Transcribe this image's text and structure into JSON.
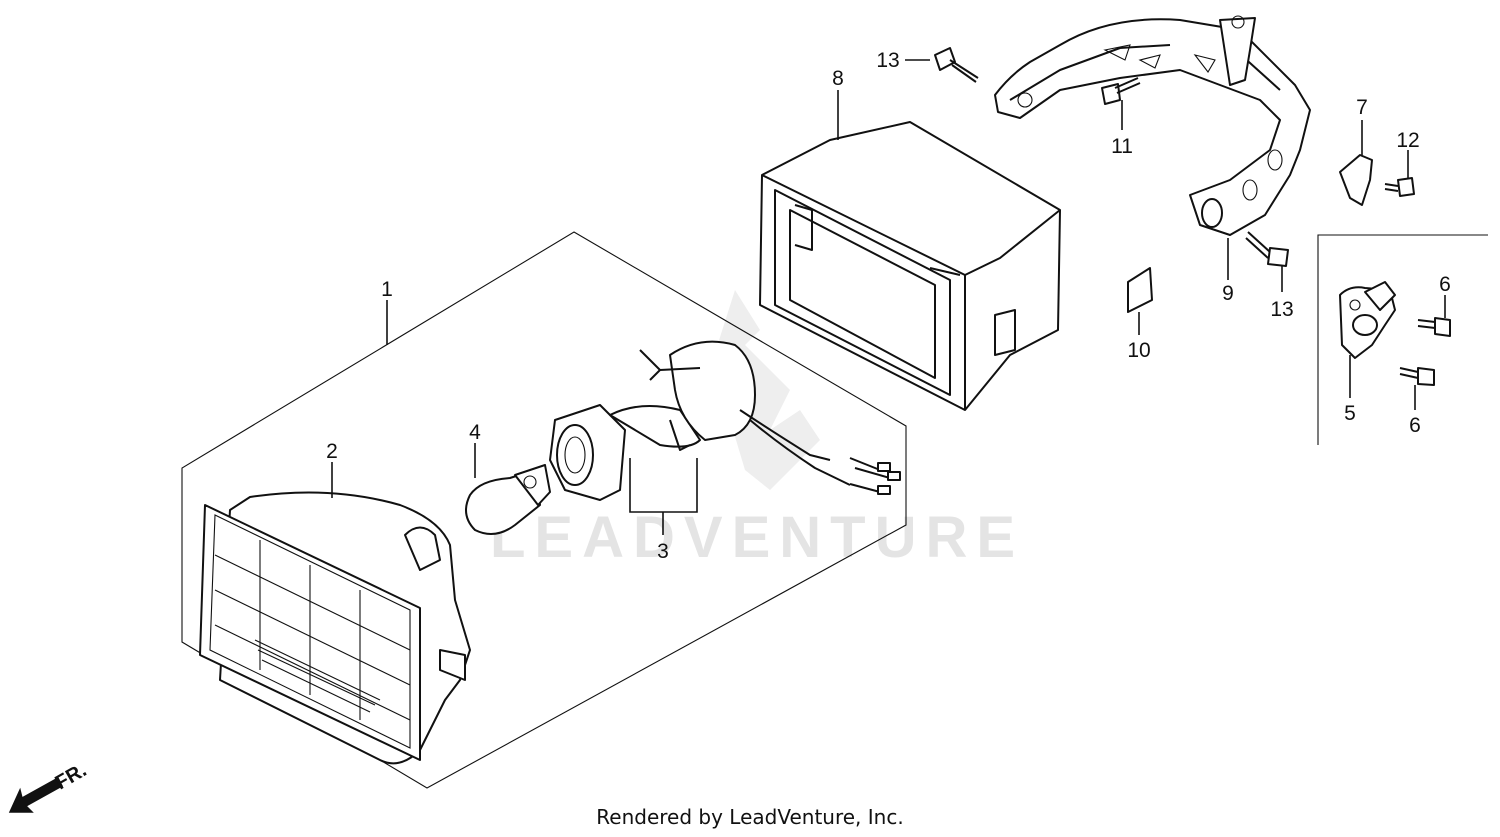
{
  "callouts": {
    "c1": "1",
    "c2": "2",
    "c3": "3",
    "c4": "4",
    "c5": "5",
    "c6a": "6",
    "c6b": "6",
    "c7": "7",
    "c8": "8",
    "c9": "9",
    "c10": "10",
    "c11": "11",
    "c12": "12",
    "c13a": "13",
    "c13b": "13"
  },
  "watermark": "LEADVENTURE",
  "front_indicator": "FR.",
  "footer": "Rendered by LeadVenture, Inc."
}
